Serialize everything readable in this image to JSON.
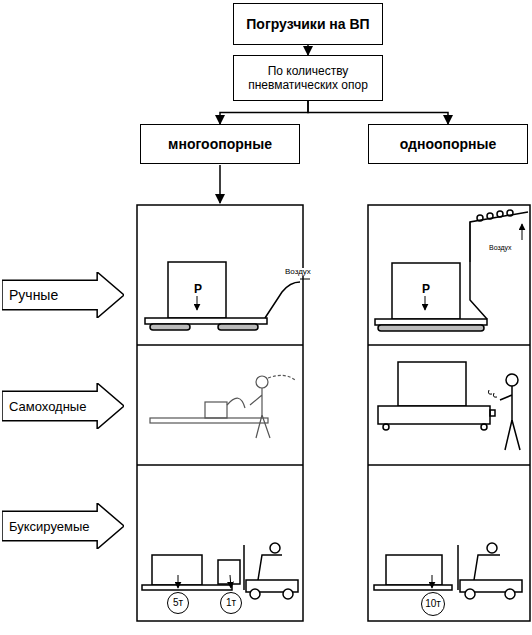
{
  "diagram": {
    "nodes": [
      {
        "text": [
          "Погрузчики на ВП"
        ]
      },
      {
        "text": [
          "По количеству пневматических опор"
        ]
      },
      {
        "text": [
          "многоопорные"
        ]
      },
      {
        "text": [
          "одноопорные"
        ]
      },
      {
        "text": [
          "Ручные"
        ]
      },
      {
        "text": [
          "Самоходные"
        ]
      },
      {
        "text": [
          "Буксируемые"
        ]
      },
      {
        "text": [
          "5т"
        ]
      },
      {
        "text": [
          "1т"
        ]
      },
      {
        "text": [
          "10т"
        ]
      }
    ],
    "edges": [
      {
        "from": 0,
        "to": 1,
        "arrow": "to"
      },
      {
        "from": 1,
        "to": 2,
        "arrow": "to"
      },
      {
        "from": 1,
        "to": 3,
        "arrow": "to"
      }
    ],
    "labels": [
      "P",
      "Воздух",
      "P",
      "Воздух"
    ]
  }
}
